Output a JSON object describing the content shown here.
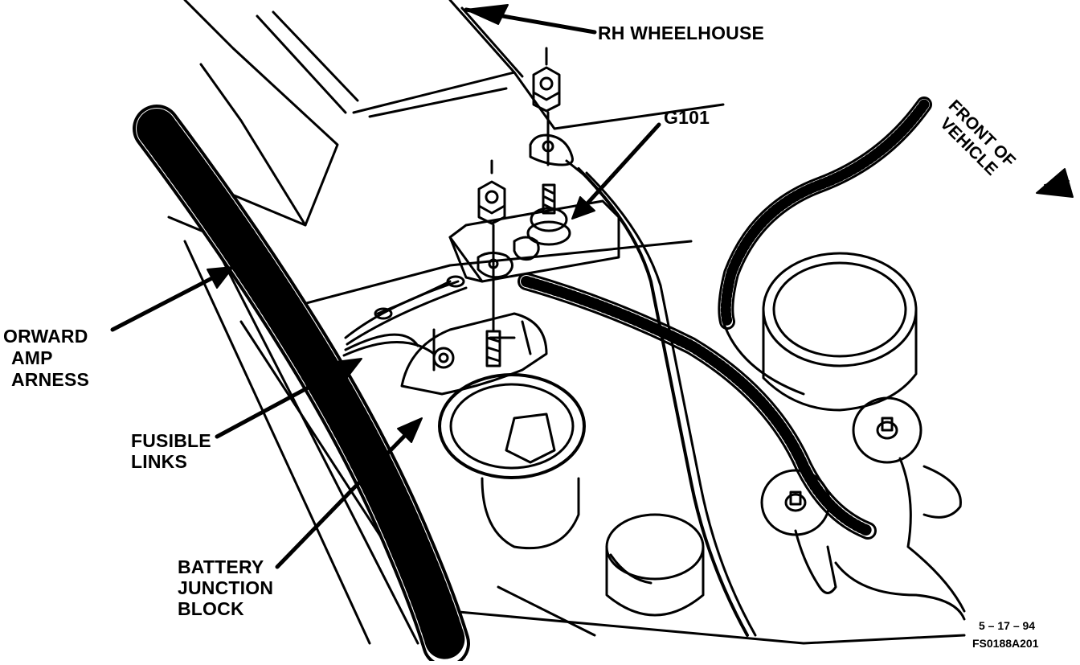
{
  "labels": {
    "rh_wheelhouse": "RH WHEELHOUSE",
    "g101": "G101",
    "front_of_vehicle_1": "FRONT OF",
    "front_of_vehicle_2": "VEHICLE",
    "forward_lamp_1": "ORWARD",
    "forward_lamp_2": "AMP",
    "forward_lamp_3": "ARNESS",
    "fusible_1": "FUSIBLE",
    "fusible_2": "LINKS",
    "battery_1": "BATTERY",
    "battery_2": "JUNCTION",
    "battery_3": "BLOCK",
    "date": "5 – 17 – 94",
    "figure_code": "FS0188A201"
  },
  "colors": {
    "ink": "#000000",
    "paper": "#ffffff"
  }
}
